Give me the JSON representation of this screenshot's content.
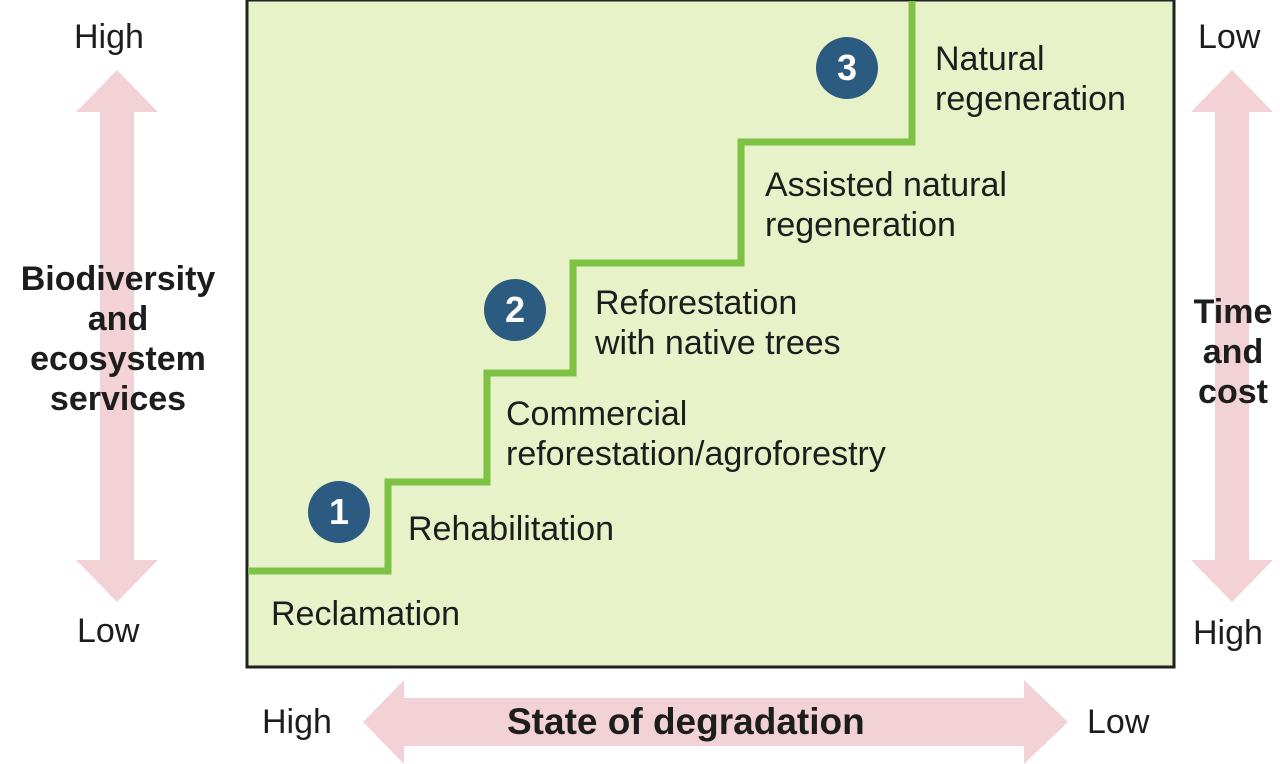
{
  "colors": {
    "box_fill": "#e7f2c9",
    "box_border": "#222222",
    "step_line": "#7dc242",
    "marker_fill": "#2b5b80",
    "arrow_fill": "#f2d2d6"
  },
  "left_axis": {
    "top_label": "High",
    "bottom_label": "Low",
    "title_lines": [
      "Biodiversity",
      "and",
      "ecosystem",
      "services"
    ]
  },
  "right_axis": {
    "top_label": "Low",
    "bottom_label": "High",
    "title_lines": [
      "Time",
      "and",
      "cost"
    ]
  },
  "bottom_axis": {
    "left_label": "High",
    "right_label": "Low",
    "title": "State of degradation"
  },
  "steps": [
    {
      "lines": [
        "Reclamation"
      ]
    },
    {
      "lines": [
        "Rehabilitation"
      ]
    },
    {
      "lines": [
        "Commercial",
        "reforestation/agroforestry"
      ]
    },
    {
      "lines": [
        "Reforestation",
        "with native trees"
      ]
    },
    {
      "lines": [
        "Assisted natural",
        "regeneration"
      ]
    },
    {
      "lines": [
        "Natural",
        "regeneration"
      ]
    }
  ],
  "markers": [
    "1",
    "2",
    "3"
  ]
}
